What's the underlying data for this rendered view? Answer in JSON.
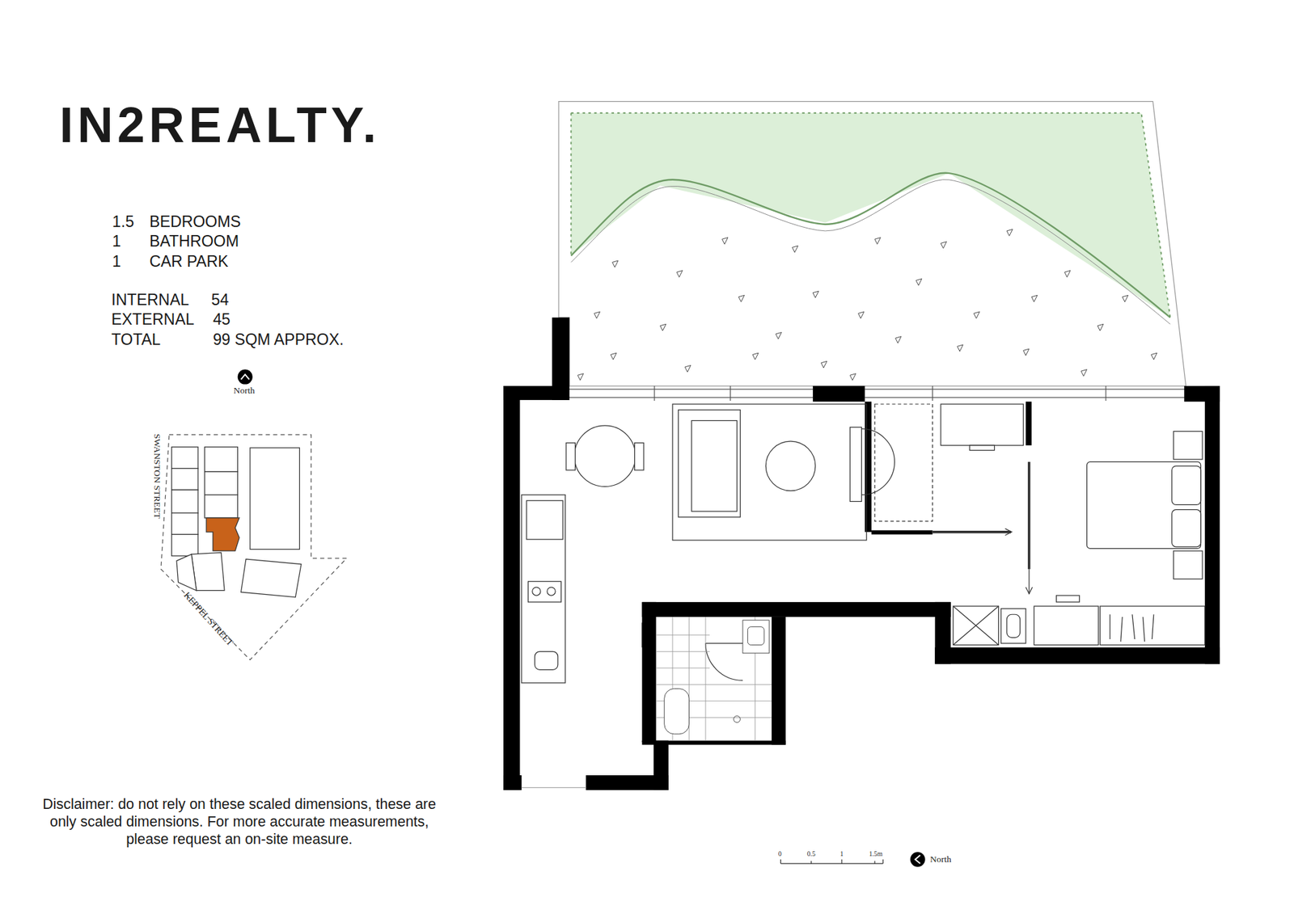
{
  "diagram": {
    "title": "IN2REALTY.",
    "labels": [
      "1.5",
      "BEDROOMS",
      "1",
      "BATHROOM",
      "1",
      "CAR PARK",
      "INTERNAL",
      "54",
      "EXTERNAL",
      "45",
      "TOTAL",
      "99 SQM APPROX.",
      "North",
      "SWANSTON STREET",
      "KEPPEL STREET",
      "Disclaimer: do not rely on these scaled dimensions, these are only scaled dimensions. For more accurate measurements, please request an on-site measure.",
      "0",
      "0.5",
      "1",
      "1.5m",
      "North"
    ]
  }
}
